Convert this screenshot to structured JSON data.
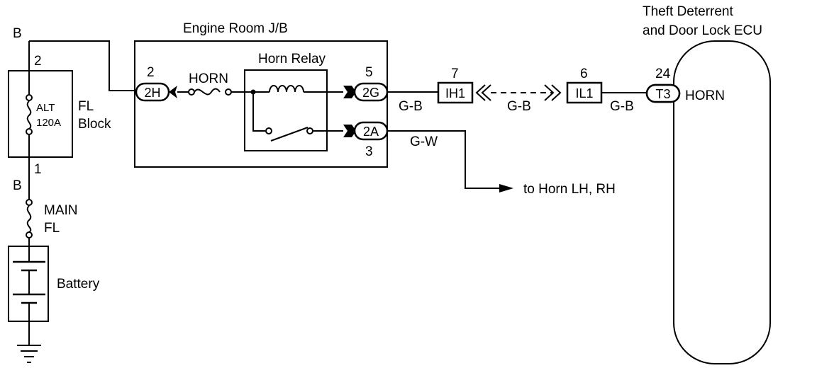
{
  "labels": {
    "ecu_title_1": "Theft Deterrent",
    "ecu_title_2": "and Door Lock ECU",
    "jb_title": "Engine Room J/B",
    "relay_title": "Horn Relay",
    "fl_block_1": "FL",
    "fl_block_2": "Block",
    "alt_1": "ALT",
    "alt_2": "120A",
    "main_1": "MAIN",
    "main_2": "FL",
    "battery": "Battery",
    "horn_fuse": "HORN",
    "to_horn": "to Horn LH, RH",
    "ecu_horn": "HORN"
  },
  "wires": {
    "b_top": "B",
    "b_mid": "B",
    "gb_1": "G-B",
    "gb_2": "G-B",
    "gb_3": "G-B",
    "gw": "G-W"
  },
  "pins": {
    "fl_2": "2",
    "fl_1": "1",
    "h2": "2",
    "g5": "5",
    "a3": "3",
    "ih1": "7",
    "il1": "6",
    "t3": "24"
  },
  "connectors": {
    "c_2h": "2H",
    "c_2g": "2G",
    "c_2a": "2A",
    "c_ih1": "IH1",
    "c_il1": "IL1",
    "c_t3": "T3"
  }
}
